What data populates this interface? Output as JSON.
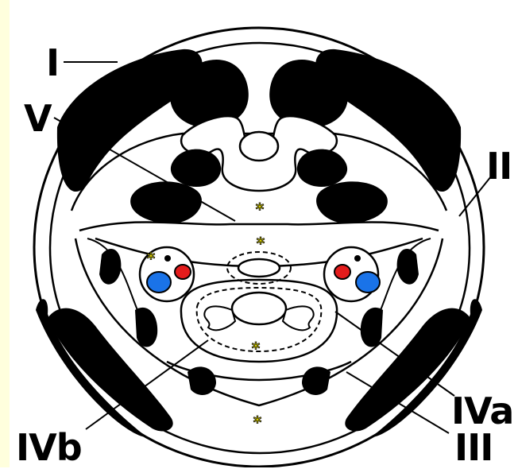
{
  "labels": {
    "I": "I",
    "II": "II",
    "III": "III",
    "IVa": "IVa",
    "IVb": "IVb",
    "V": "V"
  },
  "asterisk_mark": "*",
  "colors": {
    "background": "#ffffff",
    "left_strip": "#ffffdd",
    "line": "#000000",
    "muscle": "#000000",
    "artery": "#e41c1c",
    "vein": "#1a73e8",
    "asterisk": "#f2e800"
  }
}
